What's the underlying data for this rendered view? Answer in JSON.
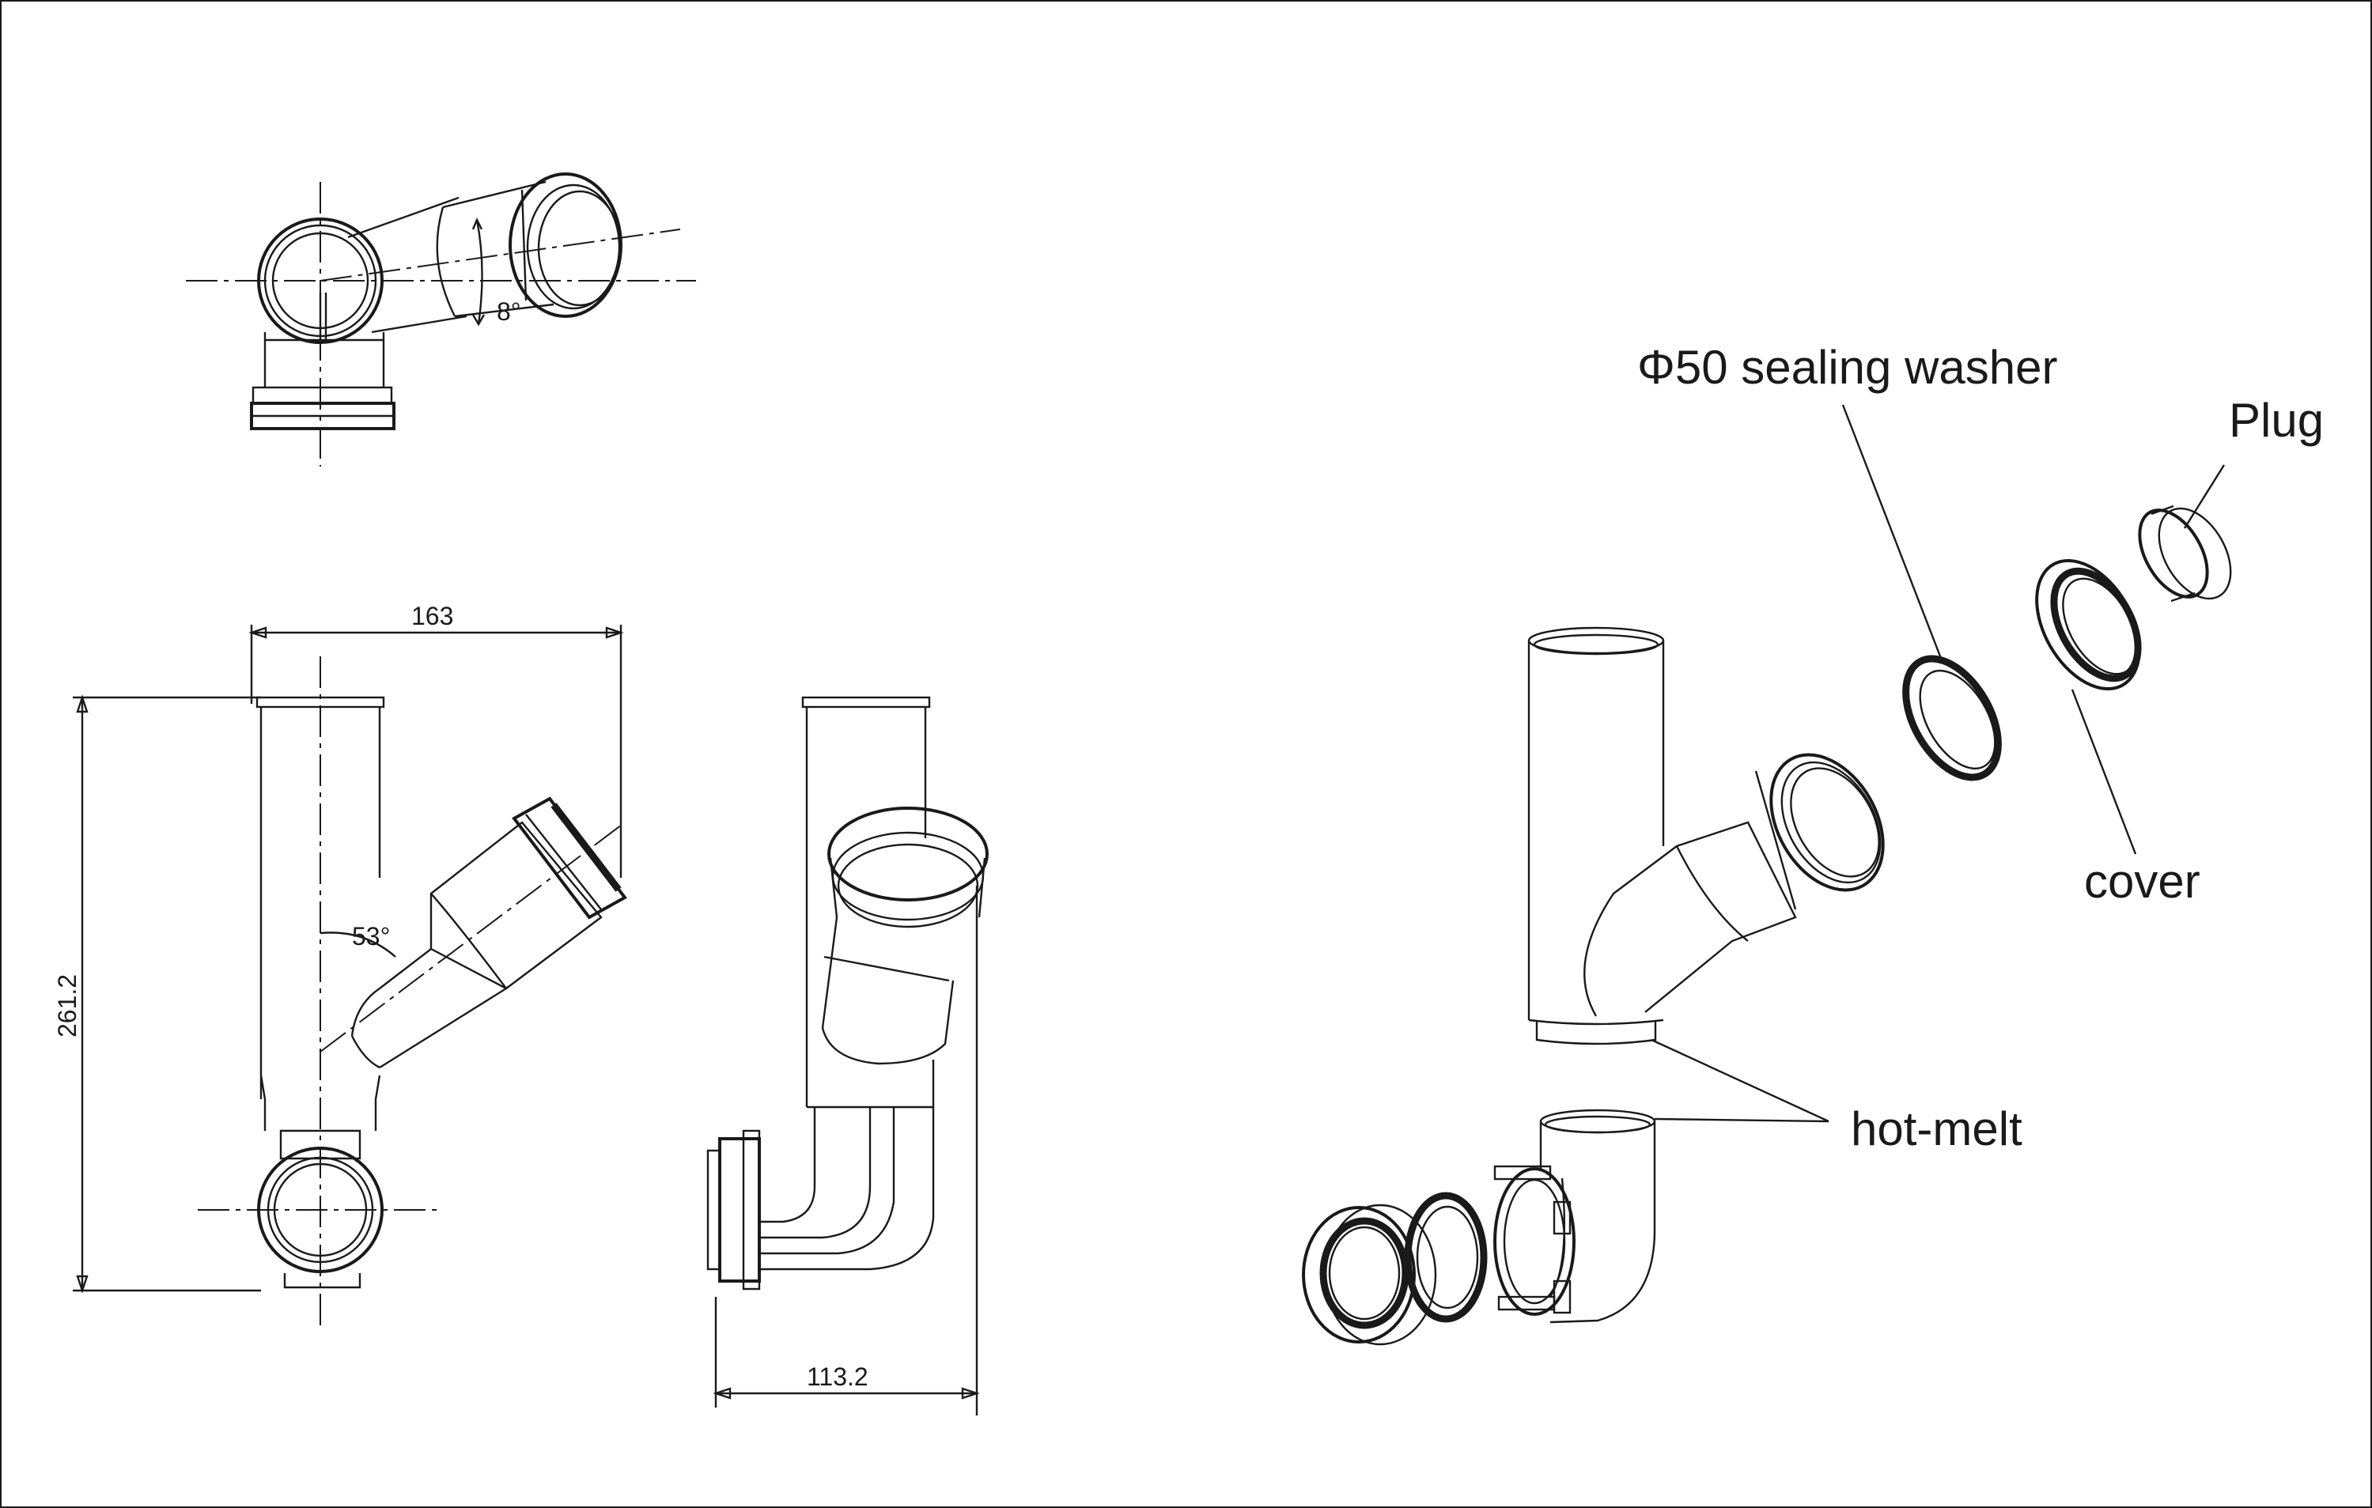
{
  "dimensions": {
    "angle_top": "8°",
    "width_top": "163",
    "height_left": "261.2",
    "angle_branch": "53°",
    "depth_bottom": "113.2"
  },
  "callouts": {
    "washer": "Φ50 sealing washer",
    "plug": "Plug",
    "cover": "cover",
    "hot_melt": "hot-melt"
  }
}
